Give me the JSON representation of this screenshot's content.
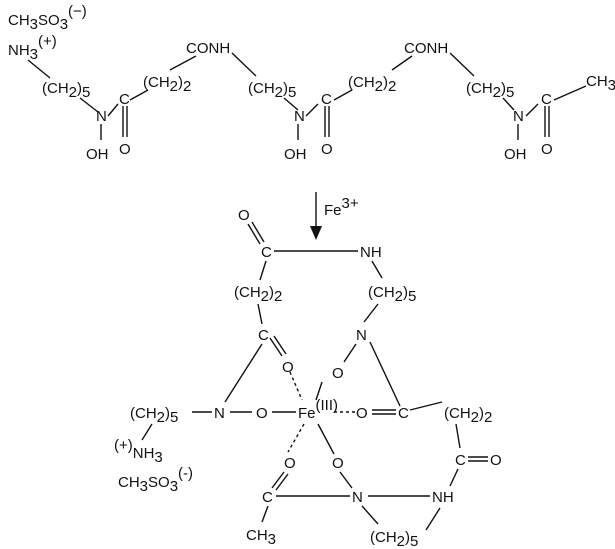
{
  "top": {
    "counterion": {
      "base": "CH",
      "sub1": "3",
      "mid": "SO",
      "sub2": "3",
      "charge": "(−)"
    },
    "amine": {
      "base": "NH",
      "sub": "3",
      "charge": "(+)"
    },
    "ch2_5": {
      "open": "(CH",
      "sub1": "2",
      "close": ")",
      "sub2": "5"
    },
    "ch2_2": {
      "open": "(CH",
      "sub1": "2",
      "close": ")",
      "sub2": "2"
    },
    "conh": "CONH",
    "n": "N",
    "c": "C",
    "o": "O",
    "oh": "OH",
    "ch3": "CH3"
  },
  "reagent": {
    "base": "Fe",
    "charge": "3+"
  },
  "complex": {
    "fe": {
      "base": "Fe",
      "charge": "(III)"
    },
    "o": "O",
    "c": "C",
    "n": "N",
    "nh": "NH",
    "ch2_2": {
      "open": "(CH",
      "sub1": "2",
      "close": ")",
      "sub2": "2"
    },
    "ch2_5": {
      "open": "(CH",
      "sub1": "2",
      "close": ")",
      "sub2": "5"
    },
    "amine": {
      "charge": "(+)",
      "base": "NH",
      "sub": "3"
    },
    "counterion": {
      "base": "CH",
      "sub1": "3",
      "mid": "SO",
      "sub2": "3",
      "charge": "(-)"
    },
    "ch3": {
      "base": "CH",
      "sub": "3"
    }
  }
}
